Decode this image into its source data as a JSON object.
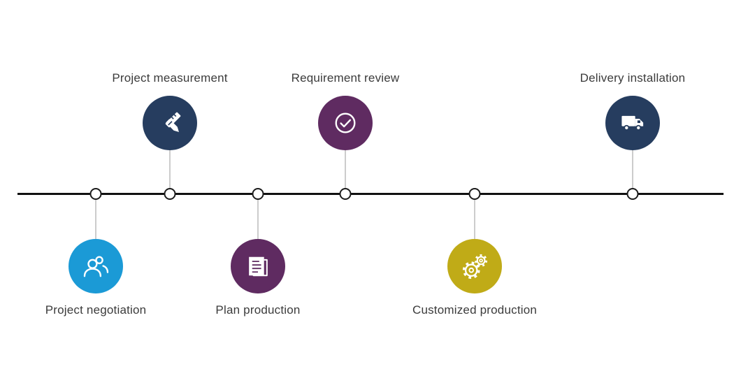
{
  "timeline": {
    "line_color": "#111111",
    "steps": [
      {
        "label": "Project negotiation",
        "icon": "people-icon",
        "color": "#1b9ad6",
        "side": "below"
      },
      {
        "label": "Project measurement",
        "icon": "ruler-pencil-icon",
        "color": "#263d5f",
        "side": "above"
      },
      {
        "label": "Plan production",
        "icon": "document-icon",
        "color": "#5f2b61",
        "side": "below"
      },
      {
        "label": "Requirement review",
        "icon": "check-icon",
        "color": "#5f2b61",
        "side": "above"
      },
      {
        "label": "Customized production",
        "icon": "gears-icon",
        "color": "#c0ab17",
        "side": "below"
      },
      {
        "label": "Delivery installation",
        "icon": "truck-icon",
        "color": "#263d5f",
        "side": "above"
      }
    ]
  }
}
